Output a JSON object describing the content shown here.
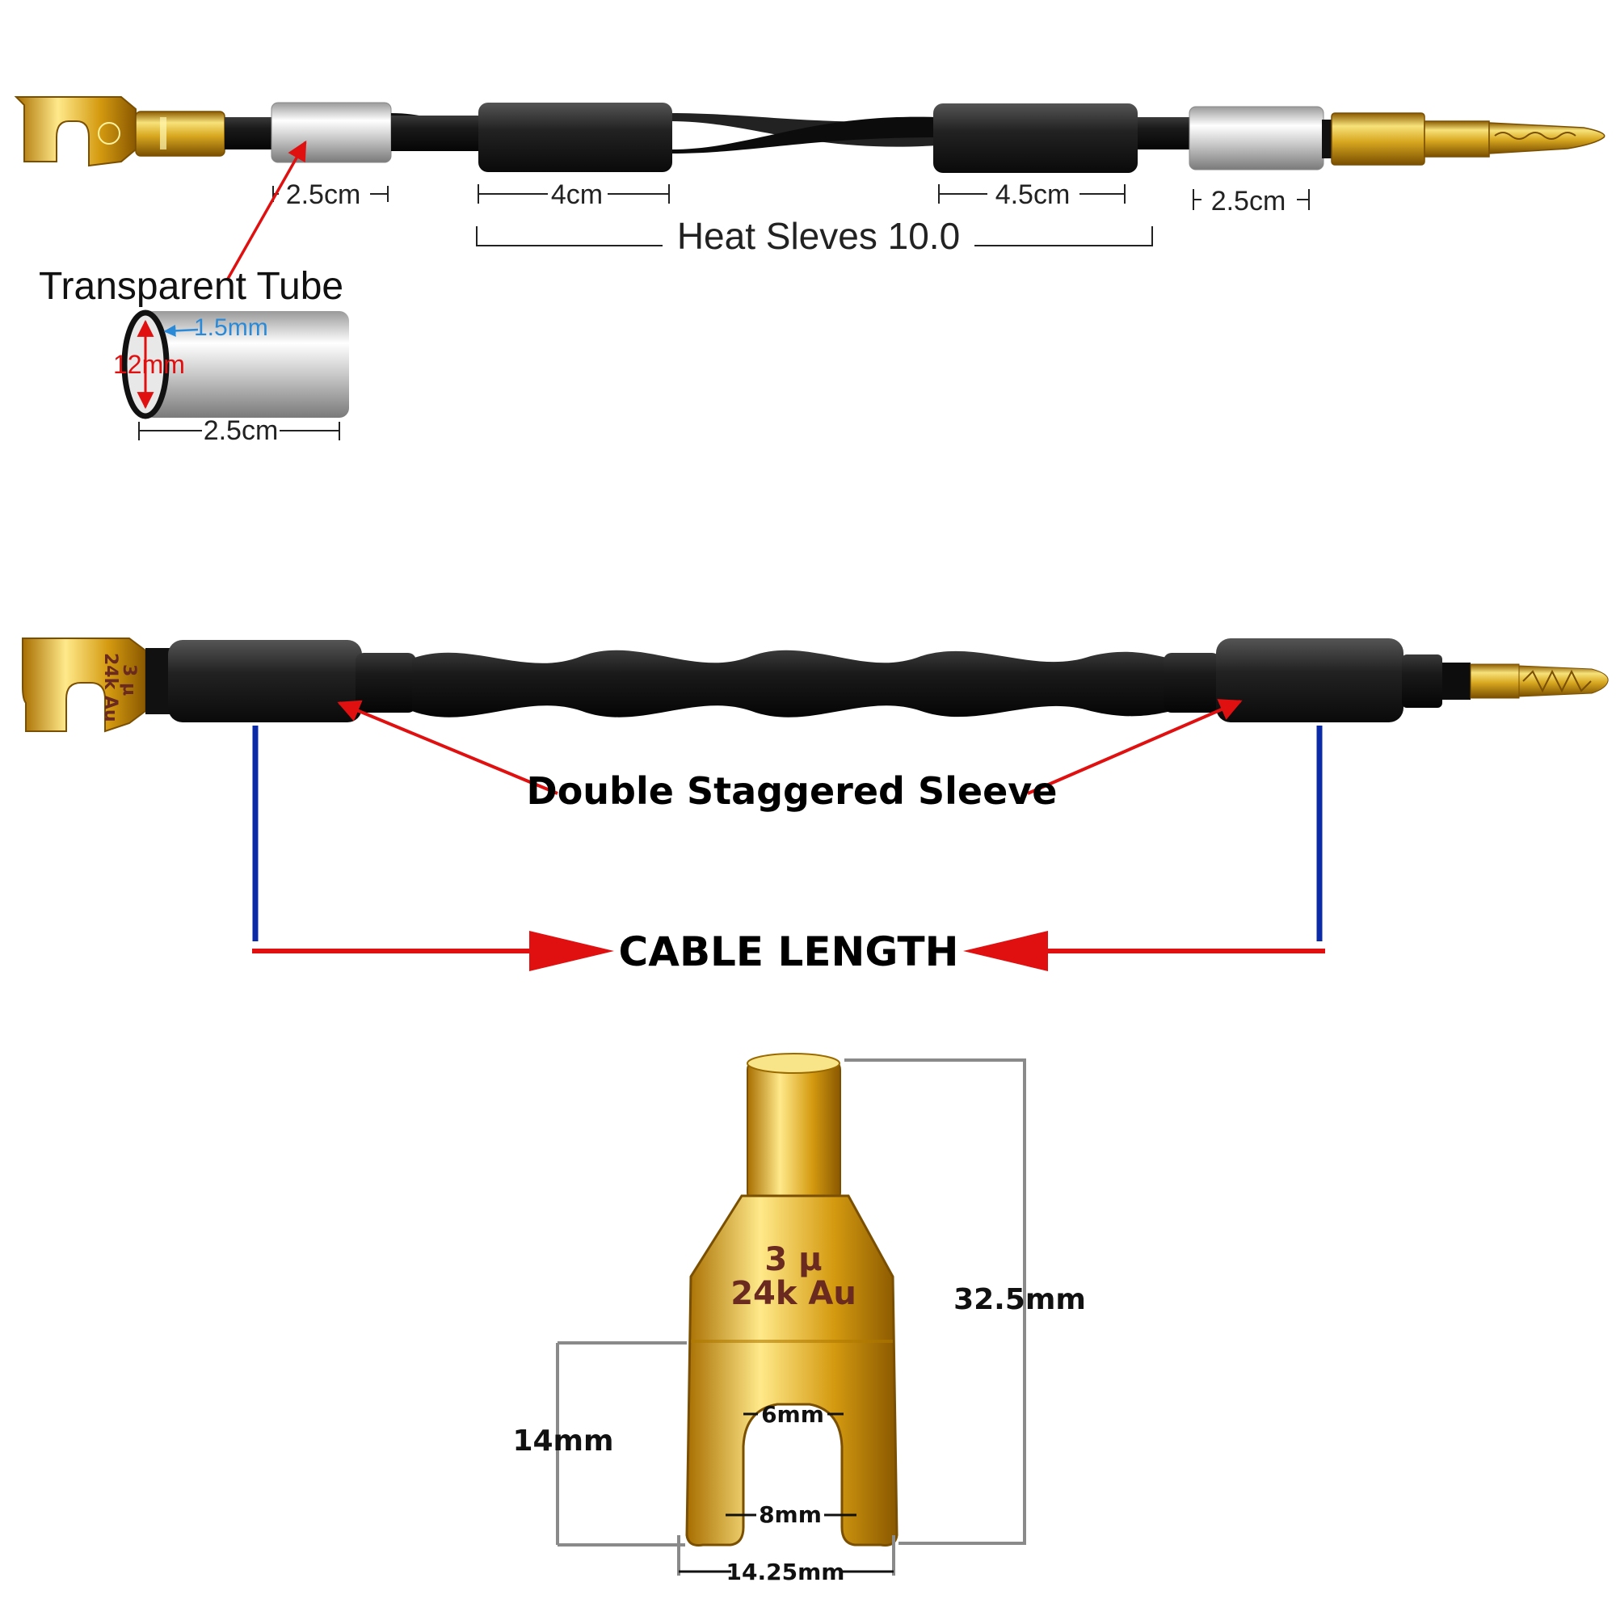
{
  "top_cable": {
    "tube_left_length": "2.5cm",
    "sleeve_left_length": "4cm",
    "sleeve_right_length": "4.5cm",
    "tube_right_length": "2.5cm",
    "heat_sleeves_label": "Heat Sleves 10.0"
  },
  "transparent_tube": {
    "title": "Transparent Tube",
    "wall": "1.5mm",
    "diameter": "12mm",
    "length": "2.5cm"
  },
  "bottom_cable": {
    "spade_stamp_line1": "3 μ",
    "spade_stamp_line2": "24k Au",
    "callout": "Double Staggered Sleeve",
    "cable_length": "CABLE LENGTH"
  },
  "spade_detail": {
    "stamp_line1": "3 μ",
    "stamp_line2": "24k Au",
    "height": "32.5mm",
    "fork_depth": "14mm",
    "slot_inner": "6mm",
    "slot_outer": "8mm",
    "width": "14.25mm"
  },
  "colors": {
    "gold": "#d8a820",
    "cable": "#1a1a1a",
    "arrow_red": "#e01010",
    "marker_blue": "#0a2aa8",
    "dim_gray": "#8a8a8a",
    "wall_blue": "#2a8ad8"
  }
}
